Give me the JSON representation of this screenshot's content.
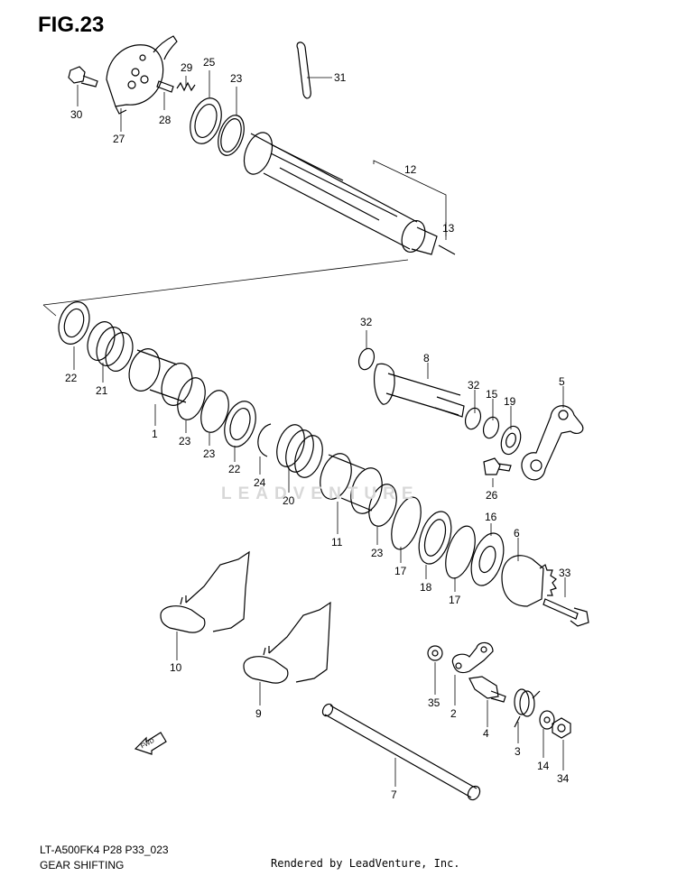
{
  "figure": {
    "title": "FIG.23",
    "model_code": "LT-A500FK4 P28 P33_023",
    "section_name": "GEAR SHIFTING",
    "credit": "Rendered by LeadVenture, Inc.",
    "watermark": "LEADVENTURE",
    "fwd_label": "FWD"
  },
  "callouts": [
    "30",
    "27",
    "28",
    "29",
    "25",
    "23",
    "31",
    "12",
    "13",
    "22",
    "21",
    "1",
    "23",
    "23",
    "22",
    "24",
    "20",
    "11",
    "23",
    "17",
    "18",
    "17",
    "16",
    "6",
    "33",
    "32",
    "8",
    "32",
    "15",
    "19",
    "5",
    "26",
    "10",
    "9",
    "35",
    "2",
    "4",
    "3",
    "14",
    "34",
    "7"
  ]
}
